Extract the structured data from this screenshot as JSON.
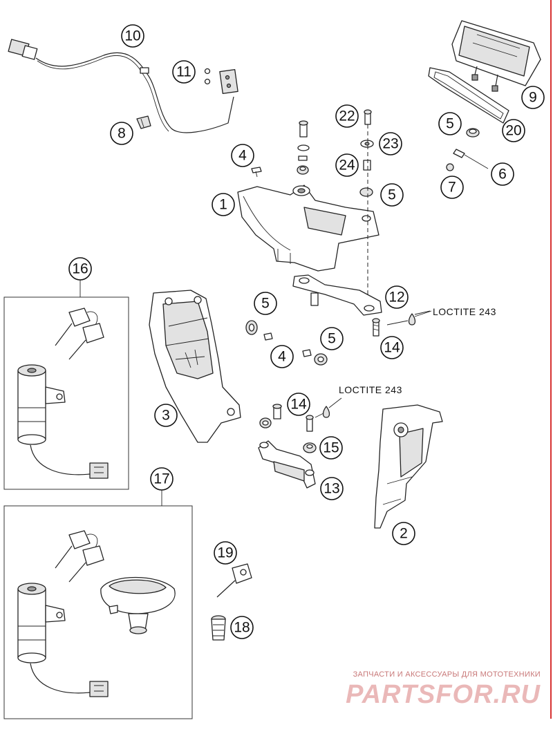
{
  "callouts": {
    "c1": "1",
    "c2": "2",
    "c3": "3",
    "c4a": "4",
    "c4b": "4",
    "c5a": "5",
    "c5b": "5",
    "c5c": "5",
    "c5d": "5",
    "c6": "6",
    "c7": "7",
    "c8": "8",
    "c9": "9",
    "c10": "10",
    "c11": "11",
    "c12": "12",
    "c13": "13",
    "c14a": "14",
    "c14b": "14",
    "c15": "15",
    "c16": "16",
    "c17": "17",
    "c18": "18",
    "c19": "19",
    "c20": "20",
    "c22": "22",
    "c23": "23",
    "c24": "24"
  },
  "notes": {
    "loctite_top": "LOCTITE 243",
    "loctite_mid": "LOCTITE 243"
  },
  "watermark": {
    "subtitle": "ЗАПЧАСТИ И АКСЕССУАРЫ ДЛЯ МОТОТЕХНИКИ",
    "brand": "PARTSFOR.RU"
  },
  "colors": {
    "accent_rule": "#d63030",
    "watermark": "#eab8b8"
  }
}
